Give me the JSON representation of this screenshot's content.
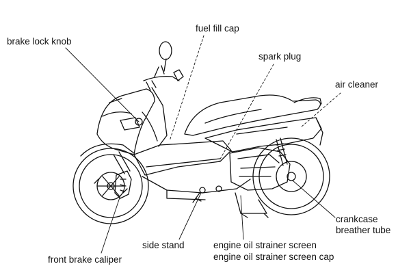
{
  "labels": {
    "brake_lock_knob": "brake lock knob",
    "fuel_fill_cap": "fuel fill cap",
    "spark_plug": "spark plug",
    "air_cleaner": "air cleaner",
    "crankcase_line1": "crankcase",
    "crankcase_line2": "breather tube",
    "side_stand": "side stand",
    "oil_strainer_screen": "engine oil strainer screen",
    "oil_strainer_screen_cap": "engine oil strainer screen cap",
    "front_brake_caliper": "front brake caliper"
  },
  "colors": {
    "ink": "#111111",
    "background": "#ffffff"
  }
}
